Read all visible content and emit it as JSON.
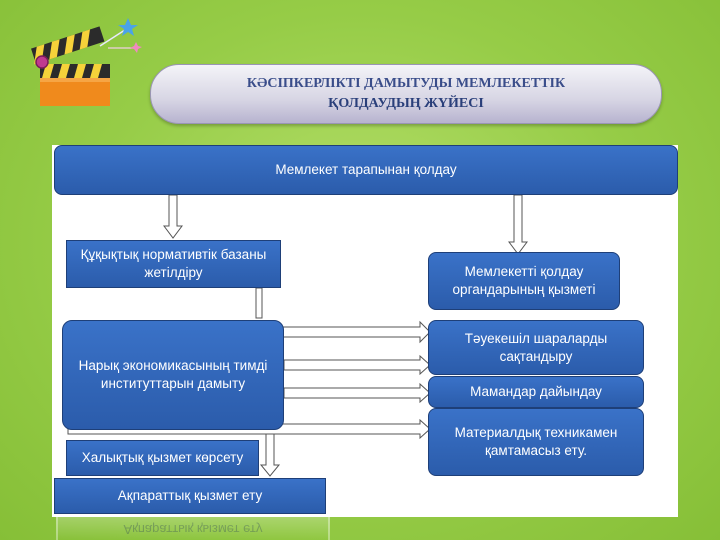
{
  "title": {
    "line1": "КӘСІПКЕРЛІКТІ ДАМЫТУДЫ МЕМЛЕКЕТТІК",
    "line2": "ҚОЛДАУДЫҢ ЖҮЙЕСІ"
  },
  "top": "Мемлекет тарапынан қолдау",
  "left_boxes": [
    "Құқықтық нормативтік базаны жетілдіру",
    "Нарық экономикасының тимді институттарын дамыту",
    "Халықтық қызмет көрсету",
    "Ақпараттық қызмет ету"
  ],
  "right_boxes": [
    "Мемлекетті қолдау органдарының қызметі",
    "Тәуекешіл шараларды сақтандыру",
    "Мамандар дайындау",
    "Материалдық техникамен қамтамасыз ету."
  ],
  "colors": {
    "background": "#8dc63f",
    "box": "#2f63b5",
    "title_text": "#2a3f7a"
  },
  "icons": [
    "clapperboard-icon",
    "star-icon",
    "down-arrow-icon",
    "right-arrow-icon"
  ]
}
